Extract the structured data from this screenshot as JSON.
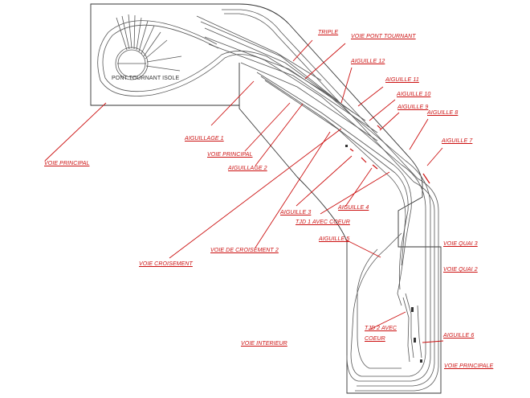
{
  "colors": {
    "track": "#555555",
    "outline": "#333333",
    "leader": "#cc1111",
    "label": "#cc1111"
  },
  "labels": {
    "triple": "TRIPLE",
    "voie_pont_tournant": "VOIE PONT TOURNANT",
    "aiguille_12": "AIGUILLE 12",
    "aiguille_11": "AIGUILLE 11",
    "aiguille_10": "AIGUILLE 10",
    "aiguille_9": "AIGUILLE 9",
    "aiguille_8": "AIGUILLE 8",
    "aiguille_7": "AIGUILLE 7",
    "pont_tournant_isole": "PONT TOURNANT ISOLE",
    "aiguillage_1": "AIGUILLAGE 1",
    "voie_principal_left": "VOIE PRINCIPAL",
    "voie_principal_mid": "VOIE PRINCIPAL",
    "aiguillage_2": "AIGUILLAGE 2",
    "aiguille_3": "AIGUILLE 3",
    "aiguille_4": "AIGUILLE 4",
    "tjd_1": "TJD 1 AVEC COEUR",
    "aiguille_5": "AIGUILLE 5",
    "voie_croisement": "VOIE CROISEMENT",
    "voie_de_croisement_2": "VOIE DE CROISEMENT 2",
    "voie_quai_3": "VOIE QUAI 3",
    "voie_quai_2": "VOIE QUAI 2",
    "tjd_2_line1": "TJD 2 AVEC",
    "tjd_2_line2": "COEUR",
    "aiguille_6": "AIGUILLE 6",
    "voie_interieur": "VOIE INTERIEUR",
    "voie_principale": "VOIE PRINCIPALE"
  }
}
